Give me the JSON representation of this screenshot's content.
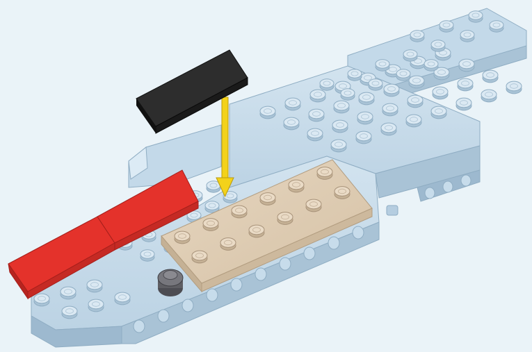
{
  "scene": {
    "subject": "lego-instruction-step",
    "colors": {
      "background": "#eaf3f8",
      "light_bluish_gray_top": "#c7dceb",
      "light_bluish_gray_side": "#a9c3d6",
      "light_bluish_gray_edge": "#8fadc3",
      "tan_top": "#ddcbb3",
      "tan_side": "#c5b195",
      "red_top": "#e4322b",
      "red_side": "#b7241f",
      "black_top": "#2a2a2a",
      "black_side": "#121212",
      "dark_gray_stud": "#5e5e63",
      "arrow": "#f3d21a",
      "arrow_outline": "#b89a10"
    },
    "parts": [
      {
        "name": "black-tile-1x4",
        "color": "black"
      },
      {
        "name": "tan-plate-2x6",
        "color": "tan"
      },
      {
        "name": "red-slope-left",
        "color": "red"
      },
      {
        "name": "red-slope-right",
        "color": "red"
      },
      {
        "name": "dark-gray-round-stud",
        "color": "dark-bluish-gray"
      },
      {
        "name": "light-bluish-gray-chassis",
        "color": "light-bluish-gray"
      }
    ],
    "placement_arrow": {
      "direction": "down"
    }
  }
}
